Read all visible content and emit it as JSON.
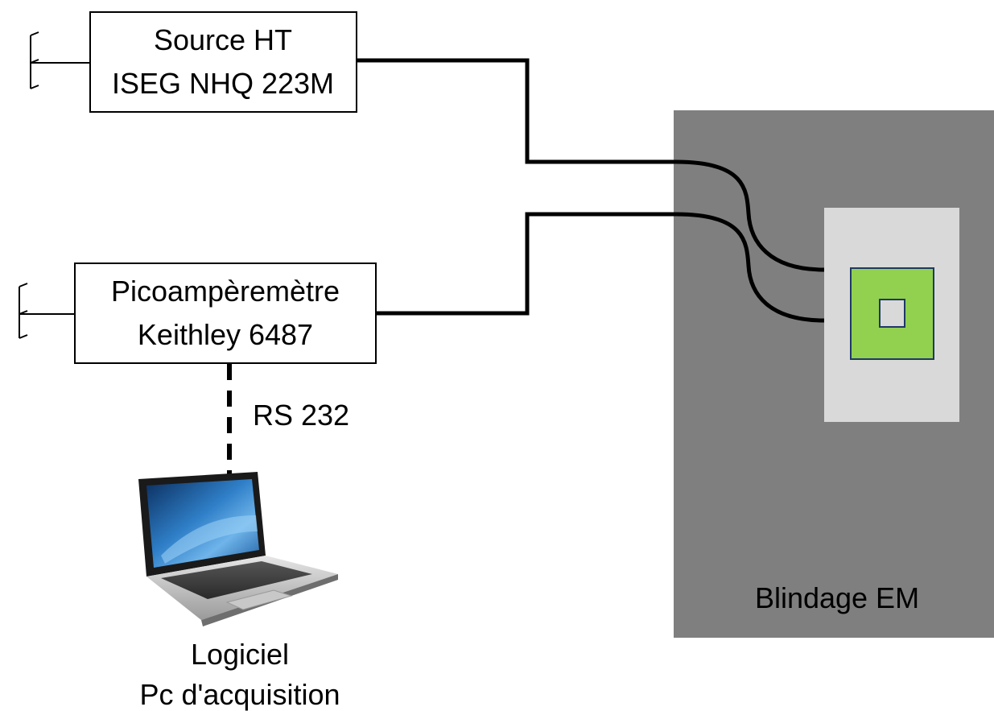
{
  "colors": {
    "background": "#ffffff",
    "line": "#000000",
    "shield": "#7f7f7f",
    "sample_holder": "#d9d9d9",
    "detector_green": "#92d050",
    "detector_border": "#1f3864",
    "detector_center": "#d9d9d9"
  },
  "hv_source": {
    "line1": "Source HT",
    "line2": "ISEG NHQ 223M"
  },
  "picoammeter": {
    "line1": "Picoampèremètre",
    "line2": "Keithley 6487"
  },
  "link": {
    "label": "RS 232"
  },
  "computer": {
    "line1": "Logiciel",
    "line2": "Pc d'acquisition",
    "icon": "laptop-icon"
  },
  "shield": {
    "label": "Blindage EM"
  },
  "icons": {
    "ground": "ground-symbol-icon"
  }
}
